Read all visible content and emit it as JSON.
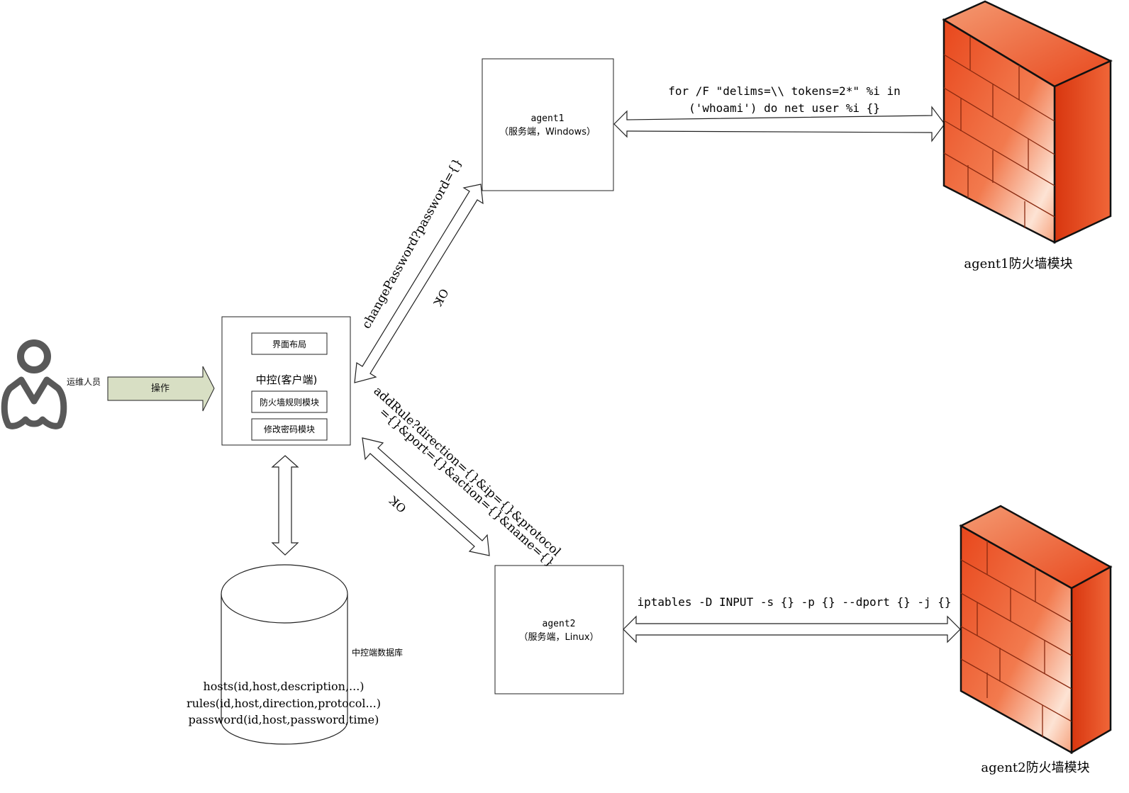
{
  "actor": {
    "label": "运维人员"
  },
  "operate_arrow": {
    "label": "操作"
  },
  "controller": {
    "title": "中控(客户端)",
    "modules": [
      "界面布局",
      "防火墙规则模块",
      "修改密码模块"
    ]
  },
  "database": {
    "label": "中控端数据库",
    "tables": [
      "hosts(id,host,description,...)",
      "rules(id,host,direction,protocol...)",
      "password(id,host,password,time)"
    ]
  },
  "agent1": {
    "name": "agent1",
    "desc": "（服务端，Windows）"
  },
  "agent2": {
    "name": "agent2",
    "desc": "（服务端，Linux）"
  },
  "link_agent1": {
    "request": "changePassword?password={}",
    "response": "OK"
  },
  "link_agent2": {
    "request_line1": "addRule?direction={}&ip={}&protocol",
    "request_line2": "={}&port={}&action={}&name={}",
    "response": "OK"
  },
  "cmd_agent1": {
    "line1": "for /F \"delims=\\\\ tokens=2*\" %i in",
    "line2": "('whoami') do net user %i {}"
  },
  "cmd_agent2": {
    "line1": "iptables -D INPUT -s {} -p {} --dport {} -j {}"
  },
  "firewall1": {
    "label": "agent1防火墙模块"
  },
  "firewall2": {
    "label": "agent2防火墙模块"
  },
  "colors": {
    "firewall_dark": "#e8471c",
    "firewall_light": "#fde3d4",
    "operate_fill": "#d8dfc4",
    "stroke": "#222222"
  }
}
